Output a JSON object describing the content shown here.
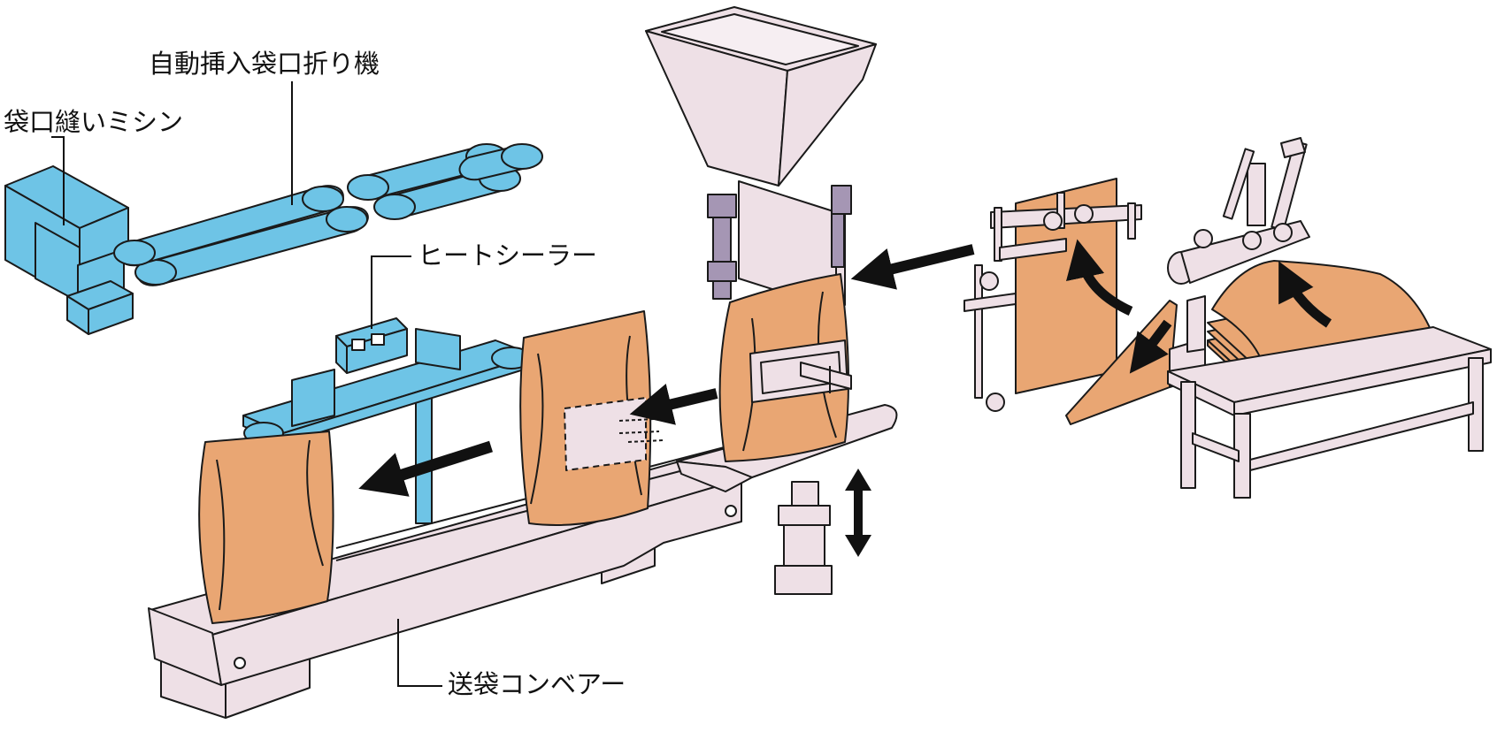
{
  "labels": {
    "sewing_machine": "袋口縫いミシン",
    "folder": "自動挿入袋口折り機",
    "heat_sealer": "ヒートシーラー",
    "conveyor": "送袋コンベアー"
  },
  "colors": {
    "machine_blue": "#6ec4e6",
    "bag_orange": "#e9a673",
    "frame_pink": "#eee0e6",
    "actuator_purple": "#a596b4",
    "outline": "#1a1a1a"
  }
}
